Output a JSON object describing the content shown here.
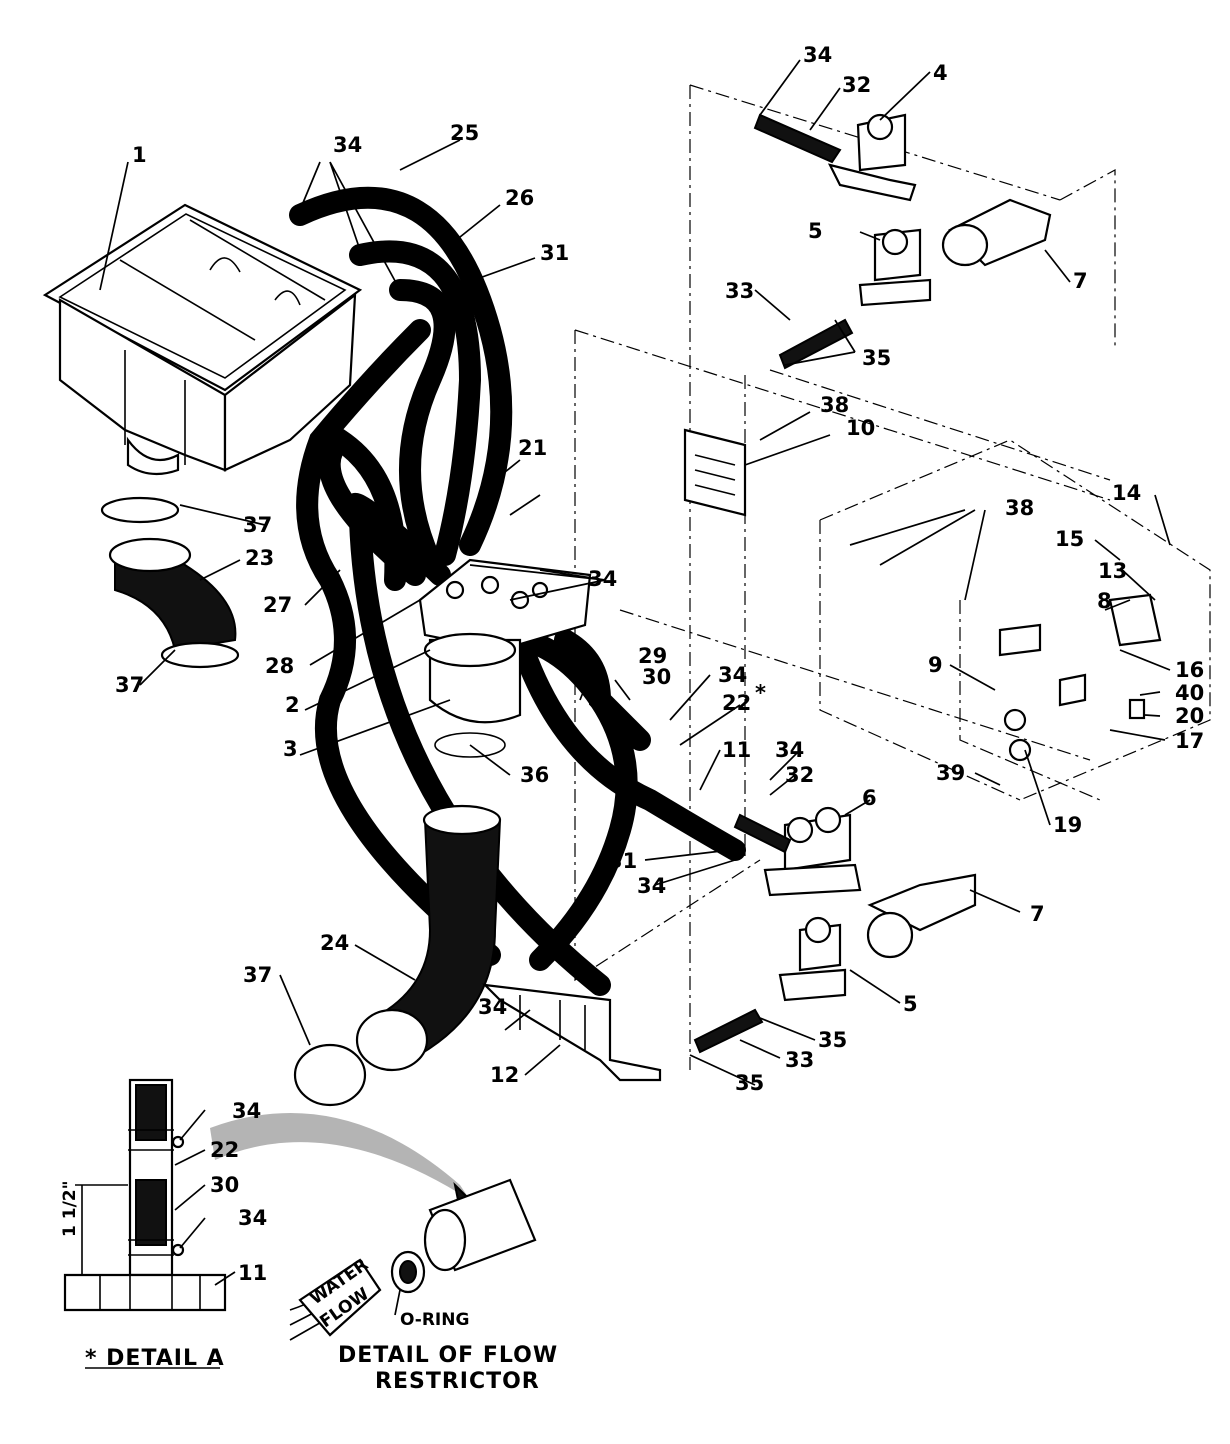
{
  "callouts": [
    {
      "id": "c1",
      "text": "1"
    },
    {
      "id": "c2",
      "text": "2"
    },
    {
      "id": "c3",
      "text": "3"
    },
    {
      "id": "c4",
      "text": "4"
    },
    {
      "id": "c5a",
      "text": "5"
    },
    {
      "id": "c5b",
      "text": "5"
    },
    {
      "id": "c6",
      "text": "6"
    },
    {
      "id": "c7a",
      "text": "7"
    },
    {
      "id": "c7b",
      "text": "7"
    },
    {
      "id": "c8",
      "text": "8"
    },
    {
      "id": "c9",
      "text": "9"
    },
    {
      "id": "c10",
      "text": "10"
    },
    {
      "id": "c11a",
      "text": "11"
    },
    {
      "id": "c11b",
      "text": "11"
    },
    {
      "id": "c12",
      "text": "12"
    },
    {
      "id": "c13",
      "text": "13"
    },
    {
      "id": "c14",
      "text": "14"
    },
    {
      "id": "c15",
      "text": "15"
    },
    {
      "id": "c16",
      "text": "16"
    },
    {
      "id": "c17",
      "text": "17"
    },
    {
      "id": "c19",
      "text": "19"
    },
    {
      "id": "c20",
      "text": "20"
    },
    {
      "id": "c21",
      "text": "21"
    },
    {
      "id": "c22a",
      "text": "22"
    },
    {
      "id": "c22b",
      "text": "22"
    },
    {
      "id": "c23",
      "text": "23"
    },
    {
      "id": "c24",
      "text": "24"
    },
    {
      "id": "c25",
      "text": "25"
    },
    {
      "id": "c26",
      "text": "26"
    },
    {
      "id": "c27",
      "text": "27"
    },
    {
      "id": "c28",
      "text": "28"
    },
    {
      "id": "c29",
      "text": "29"
    },
    {
      "id": "c30a",
      "text": "30"
    },
    {
      "id": "c30b",
      "text": "30"
    },
    {
      "id": "c31a",
      "text": "31"
    },
    {
      "id": "c31b",
      "text": "31"
    },
    {
      "id": "c32a",
      "text": "32"
    },
    {
      "id": "c32b",
      "text": "32"
    },
    {
      "id": "c33a",
      "text": "33"
    },
    {
      "id": "c33b",
      "text": "33"
    },
    {
      "id": "c34a",
      "text": "34"
    },
    {
      "id": "c34b",
      "text": "34"
    },
    {
      "id": "c34c",
      "text": "34"
    },
    {
      "id": "c34d",
      "text": "34"
    },
    {
      "id": "c34e",
      "text": "34"
    },
    {
      "id": "c34f",
      "text": "34"
    },
    {
      "id": "c34g",
      "text": "34"
    },
    {
      "id": "c34h",
      "text": "34"
    },
    {
      "id": "c34i",
      "text": "34"
    },
    {
      "id": "c35a",
      "text": "35"
    },
    {
      "id": "c35b",
      "text": "35"
    },
    {
      "id": "c35c",
      "text": "35"
    },
    {
      "id": "c36",
      "text": "36"
    },
    {
      "id": "c37a",
      "text": "37"
    },
    {
      "id": "c37b",
      "text": "37"
    },
    {
      "id": "c37c",
      "text": "37"
    },
    {
      "id": "c38a",
      "text": "38"
    },
    {
      "id": "c38b",
      "text": "38"
    },
    {
      "id": "c39",
      "text": "39"
    },
    {
      "id": "c40",
      "text": "40"
    }
  ],
  "asterisk_mark": "*",
  "detail_a": {
    "title": "* DETAIL A",
    "dimension": "1 1/2\""
  },
  "flow_restrictor": {
    "title_line1": "DETAIL OF FLOW",
    "title_line2": "RESTRICTOR",
    "oring_label": "O-RING",
    "water_flow_line1": "WATER",
    "water_flow_line2": "FLOW"
  }
}
